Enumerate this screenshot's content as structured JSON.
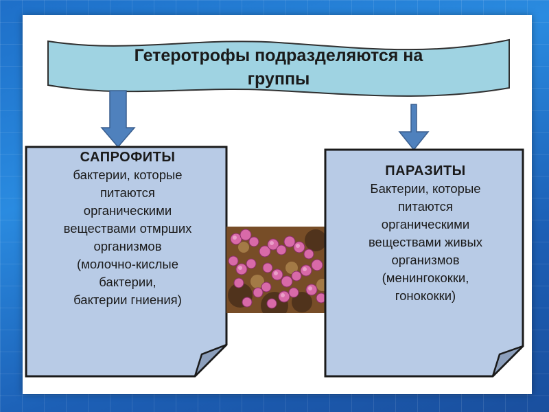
{
  "slide": {
    "title_lines": [
      "Гетеротрофы подразделяются на",
      "группы"
    ],
    "left_card": {
      "title": "САПРОФИТЫ",
      "lines": [
        "бактерии, которые",
        "питаются",
        "органическими",
        "веществами отмрших",
        "организмов",
        "(молочно-кислые",
        "бактерии,",
        "бактерии гниения)"
      ]
    },
    "right_card": {
      "title": "ПАРАЗИТЫ",
      "lines": [
        "Бактерии, которые",
        "питаются",
        "органическими",
        "веществами живых",
        "организмов",
        "(менингококки,",
        "гонококки)"
      ]
    }
  },
  "colors": {
    "background": "#2a8be0",
    "banner_fill": "#9fd3e2",
    "card_fill": "#b8cbe6",
    "arrow_fill": "#4f81bd",
    "outline": "#1a1a1a"
  },
  "icons": {
    "left_arrow": "down-arrow",
    "right_arrow": "down-arrow",
    "photo": "bacteria-micrograph"
  }
}
